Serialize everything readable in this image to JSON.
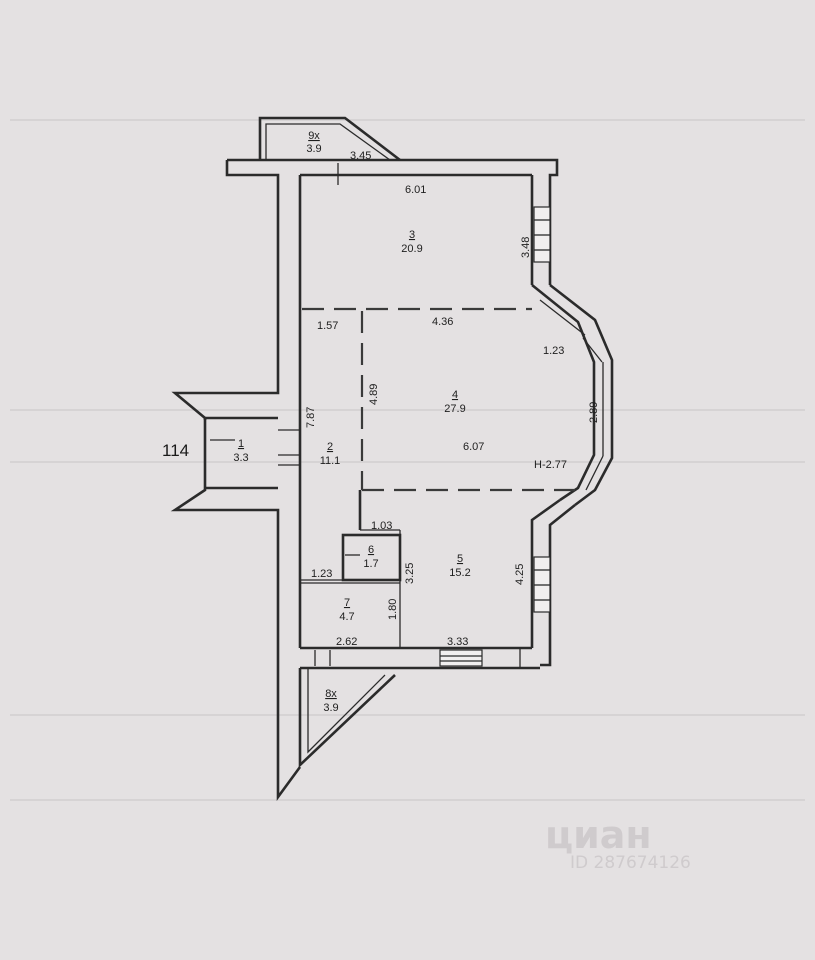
{
  "apartment": {
    "number": "114"
  },
  "rooms": [
    {
      "id": "1",
      "area": "3.3"
    },
    {
      "id": "2",
      "area": "11.1"
    },
    {
      "id": "3",
      "area": "20.9"
    },
    {
      "id": "4",
      "area": "27.9"
    },
    {
      "id": "5",
      "area": "15.2"
    },
    {
      "id": "6",
      "area": "1.7"
    },
    {
      "id": "7",
      "area": "4.7"
    },
    {
      "id": "8х",
      "area": "3.9"
    },
    {
      "id": "9х",
      "area": "3.9"
    }
  ],
  "dimensions": {
    "top_balcony_width": "3.45",
    "room3_width": "6.01",
    "room3_depth": "3.48",
    "room2_top": "1.57",
    "room4_width_top": "4.36",
    "bay_side": "1.23",
    "bay_front": "2.89",
    "room4_depth": "4.89",
    "room4_inner": "6.07",
    "ceiling_height": "H-2.77",
    "corridor_length": "7.87",
    "room6_width": "1.03",
    "room7_width": "1.23",
    "room5_side": "3.25",
    "room5_depth": "4.25",
    "room7_depth": "1.80",
    "room7_bottom": "2.62",
    "room5_bottom": "3.33"
  },
  "watermark": {
    "brand": "циан",
    "id": "ID 287674126"
  }
}
